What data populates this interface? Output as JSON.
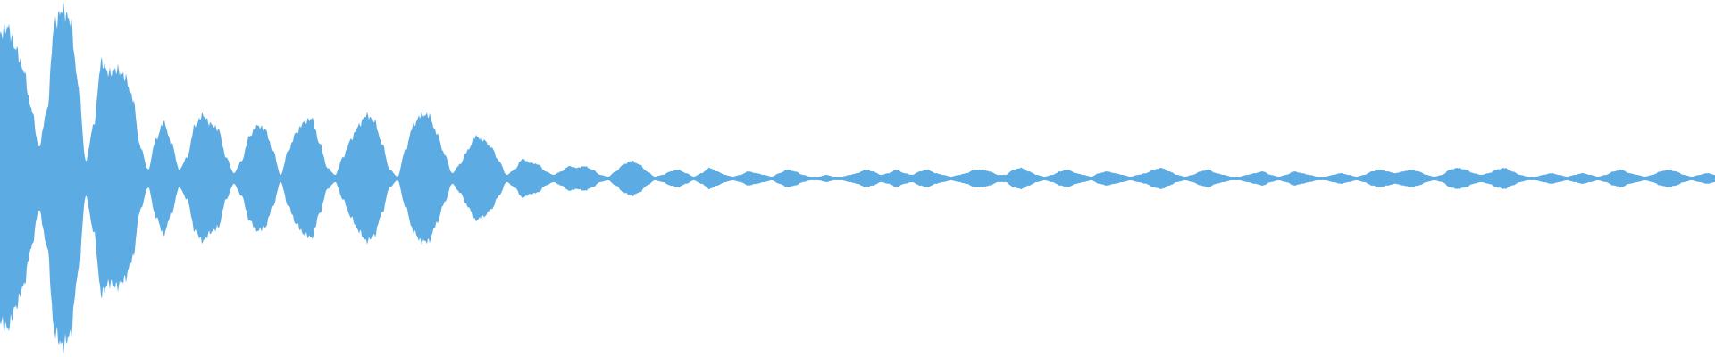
{
  "waveform": {
    "color": "#5DABE3",
    "background": "#FFFFFF",
    "orientation": "horizontal",
    "baseline": "center",
    "envelope_levels": [
      0.82,
      0.86,
      0.74,
      0.62,
      0.4,
      0.18,
      0.38,
      0.88,
      0.96,
      0.9,
      0.55,
      0.1,
      0.3,
      0.66,
      0.6,
      0.62,
      0.58,
      0.46,
      0.18,
      0.05,
      0.22,
      0.32,
      0.2,
      0.05,
      0.12,
      0.3,
      0.36,
      0.31,
      0.28,
      0.12,
      0.03,
      0.1,
      0.24,
      0.3,
      0.28,
      0.16,
      0.02,
      0.16,
      0.26,
      0.32,
      0.34,
      0.2,
      0.06,
      0.02,
      0.12,
      0.22,
      0.3,
      0.36,
      0.33,
      0.2,
      0.05,
      0.01,
      0.16,
      0.3,
      0.36,
      0.36,
      0.26,
      0.14,
      0.03,
      0.08,
      0.16,
      0.24,
      0.22,
      0.18,
      0.1,
      0.02,
      0.05,
      0.11,
      0.09,
      0.08,
      0.04,
      0.02,
      0.04,
      0.07,
      0.06,
      0.07,
      0.05,
      0.02,
      0.01,
      0.04,
      0.08,
      0.1,
      0.08,
      0.04,
      0.01,
      0.02,
      0.04,
      0.05,
      0.03,
      0.01,
      0.03,
      0.06,
      0.04,
      0.02,
      0.01,
      0.02,
      0.04,
      0.03,
      0.02,
      0.01,
      0.03,
      0.05,
      0.04,
      0.02,
      0.01,
      0.01,
      0.02,
      0.01,
      0.01,
      0.02,
      0.03,
      0.05,
      0.04,
      0.02,
      0.03,
      0.05,
      0.03,
      0.02,
      0.04,
      0.05,
      0.03,
      0.02,
      0.01,
      0.02,
      0.03,
      0.05,
      0.05,
      0.04,
      0.02,
      0.02,
      0.05,
      0.06,
      0.04,
      0.02,
      0.01,
      0.02,
      0.04,
      0.05,
      0.03,
      0.02,
      0.01,
      0.03,
      0.04,
      0.03,
      0.02,
      0.01,
      0.02,
      0.03,
      0.05,
      0.06,
      0.04,
      0.02,
      0.01,
      0.02,
      0.04,
      0.05,
      0.03,
      0.02,
      0.01,
      0.01,
      0.02,
      0.03,
      0.04,
      0.02,
      0.01,
      0.02,
      0.04,
      0.03,
      0.02,
      0.01,
      0.01,
      0.02,
      0.03,
      0.02,
      0.01,
      0.02,
      0.04,
      0.05,
      0.04,
      0.03,
      0.04,
      0.05,
      0.04,
      0.02,
      0.01,
      0.02,
      0.05,
      0.06,
      0.05,
      0.03,
      0.02,
      0.03,
      0.05,
      0.06,
      0.04,
      0.02,
      0.01,
      0.01,
      0.02,
      0.03,
      0.02,
      0.01,
      0.02,
      0.03,
      0.02,
      0.01,
      0.02,
      0.04,
      0.05,
      0.03,
      0.02,
      0.01,
      0.02,
      0.04,
      0.05,
      0.04,
      0.02,
      0.01,
      0.02,
      0.03,
      0.02
    ]
  }
}
